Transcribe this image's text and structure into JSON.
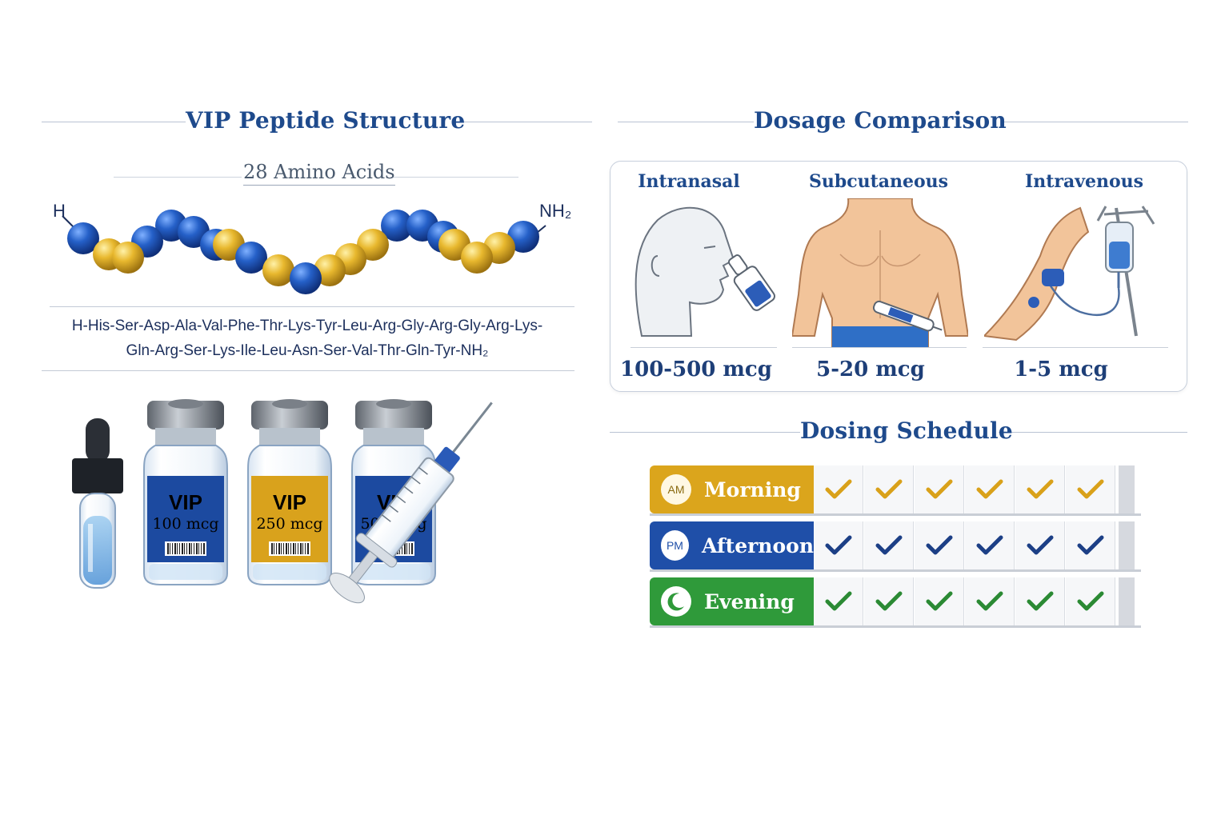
{
  "structure": {
    "title": "VIP Peptide Structure",
    "subtitle": "28 Amino Acids",
    "n_terminus": "H",
    "c_terminus": "NH₂",
    "sequence_line1": "H-His-Ser-Asp-Ala-Val-Phe-Thr-Lys-Tyr-Leu-Arg-Gly-Arg-Gly-Arg-Lys-",
    "sequence_line2": "Gln-Arg-Ser-Lys-Ile-Leu-Asn-Ser-Val-Thr-Gln-Tyr-NH₂",
    "bead_colors": {
      "blue": "#1f57b8",
      "gold": "#e3b52a"
    }
  },
  "vials": [
    {
      "name": "VIP",
      "dose": "100 mcg",
      "color": "#1c4aa0"
    },
    {
      "name": "VIP",
      "dose": "250 mcg",
      "color": "#d9a21c"
    },
    {
      "name": "VIP",
      "dose": "500 mcg",
      "color": "#1c4aa0"
    }
  ],
  "dosage": {
    "title": "Dosage Comparison",
    "routes": [
      {
        "name": "Intranasal",
        "dose": "100-500 mcg",
        "icon": "head-nasal-spray-icon"
      },
      {
        "name": "Subcutaneous",
        "dose": "5-20 mcg",
        "icon": "torso-injection-icon"
      },
      {
        "name": "Intravenous",
        "dose": "1-5 mcg",
        "icon": "arm-iv-drip-icon"
      }
    ]
  },
  "schedule": {
    "title": "Dosing Schedule",
    "rows": [
      {
        "label": "Morning",
        "badge": "AM",
        "color": "#dba51c",
        "check_color": "#d9a11a",
        "checks": [
          true,
          true,
          true,
          true,
          true,
          true
        ]
      },
      {
        "label": "Afternoon",
        "badge": "PM",
        "color": "#1f4fa8",
        "check_color": "#1c3f86",
        "checks": [
          true,
          true,
          true,
          true,
          true,
          true
        ]
      },
      {
        "label": "Evening",
        "badge": "",
        "color": "#2f9a3a",
        "check_color": "#2b8a34",
        "checks": [
          true,
          true,
          true,
          true,
          true,
          true
        ]
      }
    ]
  }
}
